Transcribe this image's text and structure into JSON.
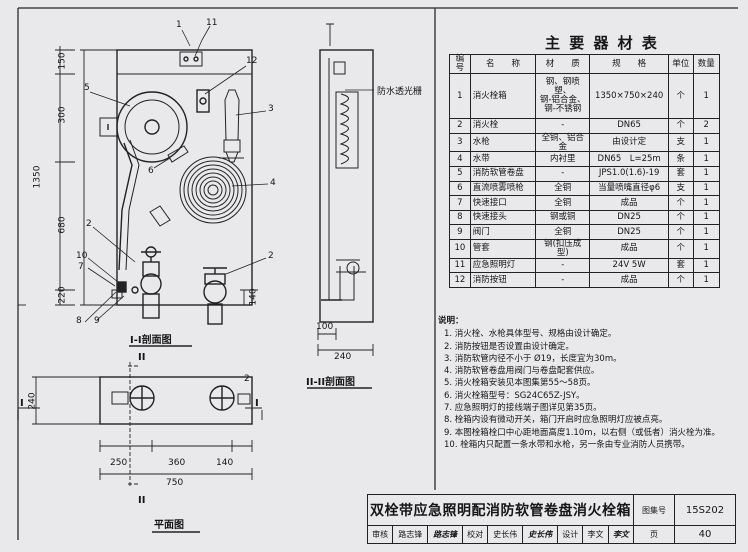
{
  "materials_title": "主 要 器 材 表",
  "materials_headers": [
    "编号",
    "名　　称",
    "材　　质",
    "规　　格",
    "单位",
    "数量"
  ],
  "materials_rows": [
    [
      "1",
      "消火栓箱",
      "钢、钢喷塑、\n钢-铝合金、\n钢-不锈钢",
      "1350×750×240",
      "个",
      "1"
    ],
    [
      "2",
      "消火栓",
      "-",
      "DN65",
      "个",
      "2"
    ],
    [
      "3",
      "水枪",
      "全铜、铝合金",
      "由设计定",
      "支",
      "1"
    ],
    [
      "4",
      "水带",
      "内衬里",
      "DN65　L=25m",
      "条",
      "1"
    ],
    [
      "5",
      "消防软管卷盘",
      "-",
      "JPS1.0(1.6)-19",
      "套",
      "1"
    ],
    [
      "6",
      "直流喷雾喷枪",
      "全铜",
      "当量喷嘴直径φ6",
      "支",
      "1"
    ],
    [
      "7",
      "快速接口",
      "全铜",
      "成品",
      "个",
      "1"
    ],
    [
      "8",
      "快速接头",
      "钢或铜",
      "DN25",
      "个",
      "1"
    ],
    [
      "9",
      "阀门",
      "全铜",
      "DN25",
      "个",
      "1"
    ],
    [
      "10",
      "管套",
      "钢(扣压成型)",
      "成品",
      "个",
      "1"
    ],
    [
      "11",
      "应急照明灯",
      "-",
      "24V 5W",
      "套",
      "1"
    ],
    [
      "12",
      "消防按钮",
      "-",
      "成品",
      "个",
      "1"
    ]
  ],
  "notes_title": "说明：",
  "notes": [
    "1. 消火栓、水枪具体型号、规格由设计确定。",
    "2. 消防按钮是否设置由设计确定。",
    "3. 消防软管内径不小于 Ø19，长度宜为30m。",
    "4. 消防软管卷盘用阀门与卷盘配套供应。",
    "5. 消火栓箱安装见本图集第55～58页。",
    "6. 消火栓箱型号：SG24C65Z-JSY。",
    "7. 应急照明灯的接线端子图详见第35页。",
    "8. 栓箱内设有微动开关，箱门开启时应急照明灯应被点亮。",
    "9. 本图栓箱栓口中心距地面高度1.10m，以右侧（或低者）消火栓为准。",
    "10. 栓箱内只配置一条水带和水枪，另一条由专业消防人员携带。"
  ],
  "view_labels": {
    "section1": "I-I剖面图",
    "section2": "II-II剖面图",
    "plan": "平面图"
  },
  "annotations": {
    "window": "防水透光栅"
  },
  "section_marks": {
    "one": "I",
    "two": "II"
  },
  "callouts": [
    "1",
    "2",
    "3",
    "4",
    "5",
    "6",
    "7",
    "8",
    "9",
    "10",
    "11",
    "12"
  ],
  "callout_extra": {
    "two_b": "2",
    "two_c": "2"
  },
  "dimensions": {
    "v150": "150",
    "v300": "300",
    "v680": "680",
    "v220": "220",
    "v1350": "1350",
    "v140": "140",
    "v240_plan": "240",
    "s2_100": "100",
    "s2_240": "240",
    "p250": "250",
    "p360": "360",
    "p140": "140",
    "p750": "750"
  },
  "titleblock": {
    "title": "双栓带应急照明配消防软管卷盘消火栓箱",
    "atlas_label": "图集号",
    "atlas_no": "15S202",
    "review_label": "审核",
    "reviewer": "路志锋",
    "reviewer_sig": "路志锋",
    "check_label": "校对",
    "checker": "史长伟",
    "checker_sig": "史长伟",
    "design_label": "设计",
    "designer": "李文",
    "designer_sig": "李文",
    "page_label": "页",
    "page_no": "40"
  }
}
